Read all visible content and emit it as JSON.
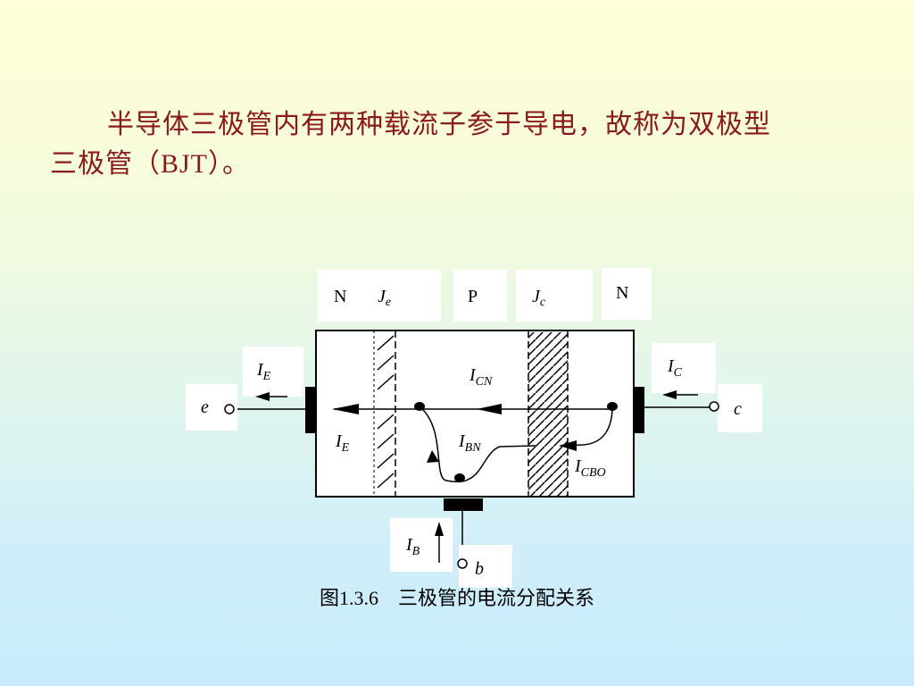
{
  "paragraph": {
    "line1": "半导体三极管内有两种载流子参于导电，故称为双极型",
    "line2_prefix": "三极管（",
    "line2_acronym": "BJT",
    "line2_suffix": "）。"
  },
  "diagram": {
    "regions": {
      "emitter": "N",
      "base": "P",
      "collector": "N"
    },
    "junctions": {
      "emitter_junction": {
        "main": "J",
        "sub": "e"
      },
      "collector_junction": {
        "main": "J",
        "sub": "c"
      }
    },
    "terminals": {
      "emitter": "e",
      "base": "b",
      "collector": "c"
    },
    "currents": {
      "i_e_outer": {
        "main": "I",
        "sub": "E"
      },
      "i_e_inner": {
        "main": "I",
        "sub": "E"
      },
      "i_c": {
        "main": "I",
        "sub": "C"
      },
      "i_cn": {
        "main": "I",
        "sub": "CN"
      },
      "i_bn": {
        "main": "I",
        "sub": "BN"
      },
      "i_cbo": {
        "main": "I",
        "sub": "CBO"
      },
      "i_b": {
        "main": "I",
        "sub": "B"
      }
    }
  },
  "caption": {
    "number": "图1.3.6",
    "text": "三极管的电流分配关系"
  }
}
